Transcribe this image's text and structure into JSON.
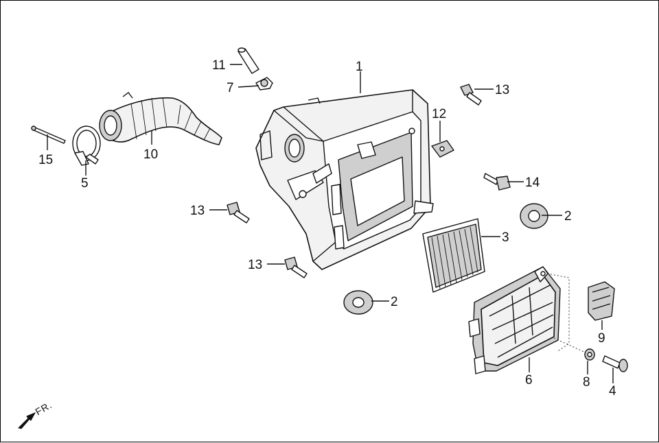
{
  "diagram": {
    "callouts": {
      "c1": "1",
      "c2a": "2",
      "c2b": "2",
      "c3": "3",
      "c4": "4",
      "c5": "5",
      "c6": "6",
      "c7": "7",
      "c8": "8",
      "c9": "9",
      "c10": "10",
      "c11": "11",
      "c12": "12",
      "c13a": "13",
      "c13b": "13",
      "c13c": "13",
      "c14": "14",
      "c15": "15"
    },
    "direction_label": "FR.",
    "icons": [
      "front-direction-arrow-icon"
    ]
  }
}
